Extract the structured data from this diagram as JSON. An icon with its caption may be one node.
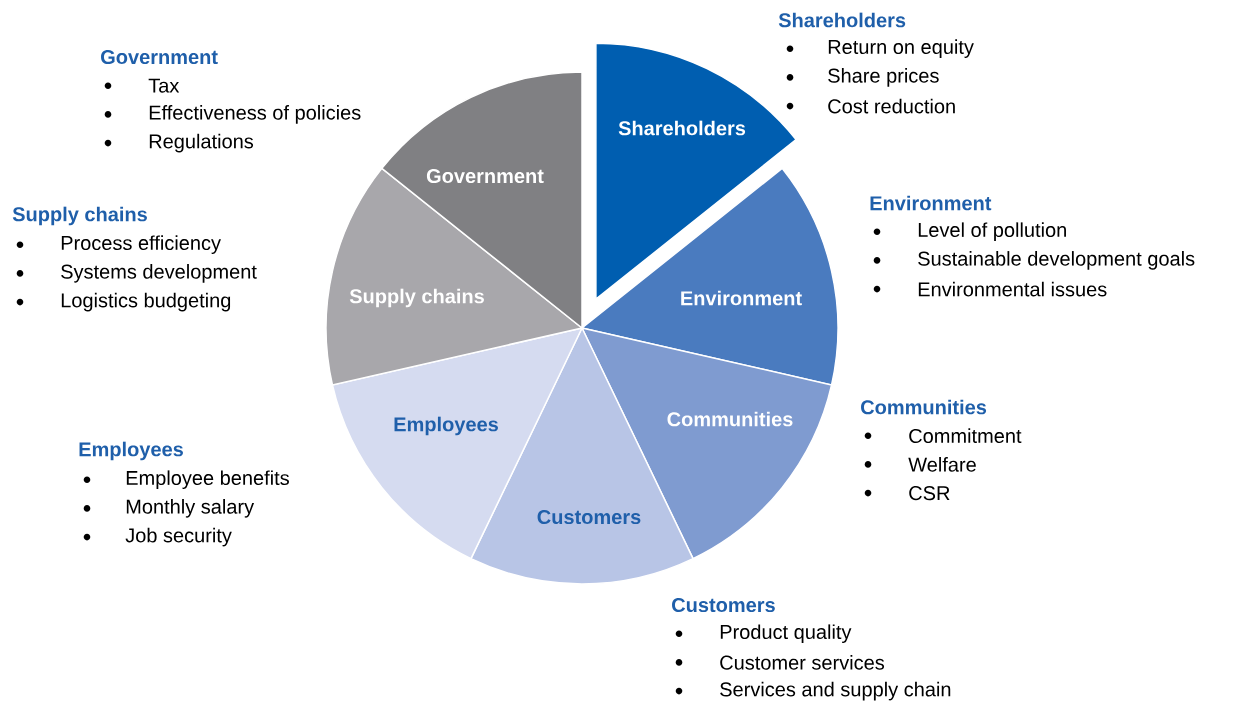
{
  "diagram": {
    "nodes": [
      {
        "text": [
          "Shareholders"
        ],
        "beside": [
          "Shareholders",
          "Return on equity",
          "Share prices",
          "Cost reduction"
        ]
      },
      {
        "text": [
          "Environment"
        ],
        "beside": [
          "Environment",
          "Level of pollution",
          "Sustainable development goals",
          "Environmental issues"
        ]
      },
      {
        "text": [
          "Communities"
        ],
        "beside": [
          "Communities",
          "Commitment",
          "Welfare",
          "CSR"
        ]
      },
      {
        "text": [
          "Customers"
        ],
        "beside": [
          "Customers",
          "Product quality",
          "Customer services",
          "Services and supply chain"
        ]
      },
      {
        "text": [
          "Employees"
        ],
        "beside": [
          "Employees",
          "Employee benefits",
          "Monthly salary",
          "Job security"
        ]
      },
      {
        "text": [
          "Supply chains"
        ],
        "beside": [
          "Supply chains",
          "Process efficiency",
          "Systems development",
          "Logistics budgeting"
        ]
      },
      {
        "text": [
          "Government"
        ],
        "beside": [
          "Government",
          "Tax",
          "Effectiveness of policies",
          "Regulations"
        ]
      }
    ]
  }
}
